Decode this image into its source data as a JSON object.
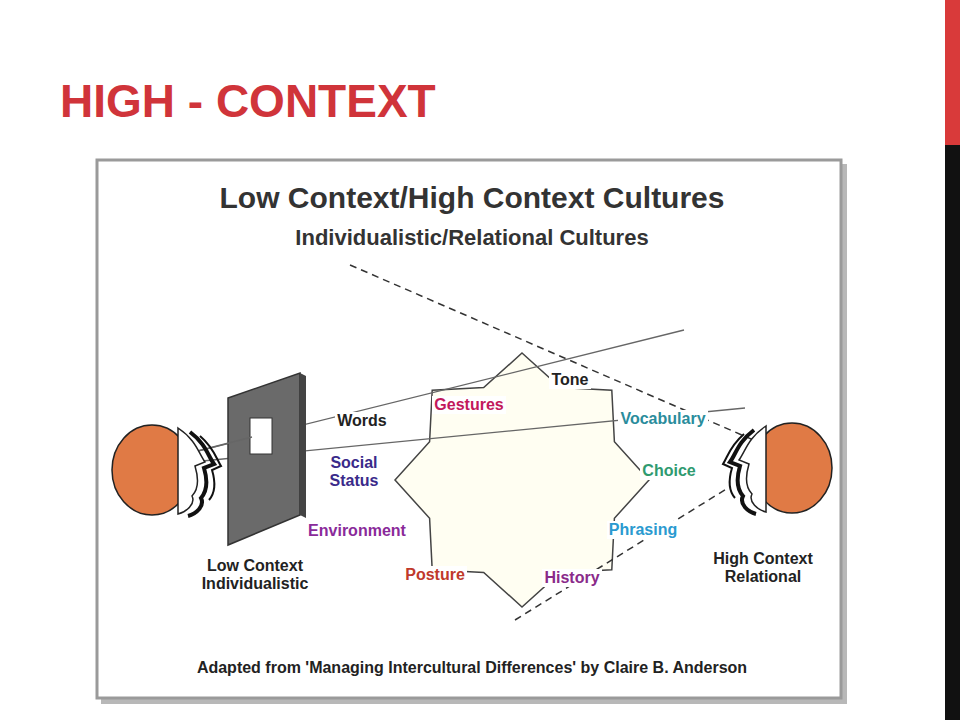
{
  "diagram": {
    "title": "HIGH - CONTEXT",
    "caption": "Adapted from 'Managing Intercultural Differences' by Claire B. Anderson",
    "labels": [
      "Low Context/High Context Cultures",
      "Individualistic/Relational Cultures",
      "Tone",
      "Words",
      "Gestures",
      "Vocabulary",
      "Social Status",
      "Choice",
      "Environment",
      "Phrasing",
      "Low Context Individualistic",
      "High Context Relational",
      "Posture",
      "History"
    ]
  }
}
